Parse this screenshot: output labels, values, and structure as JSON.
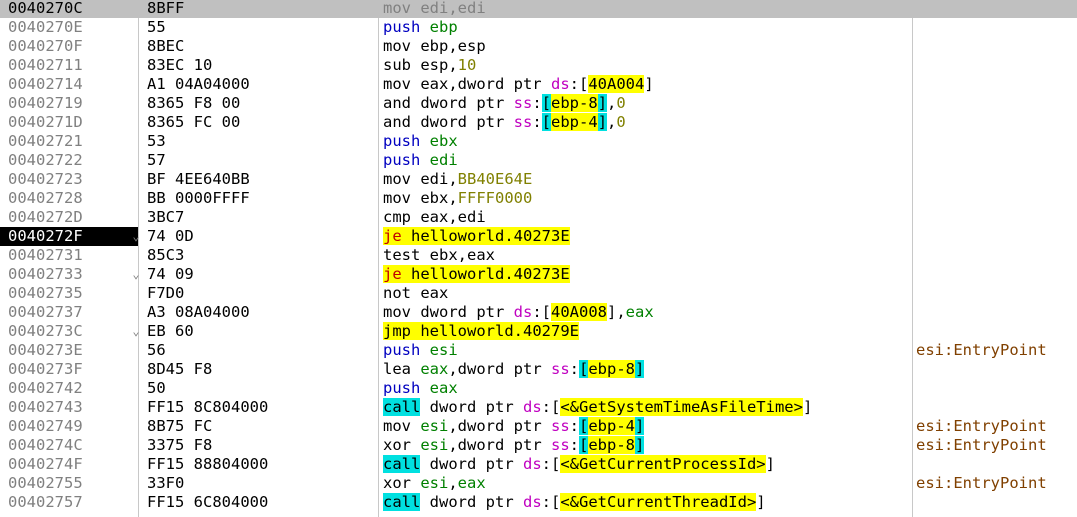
{
  "rows": [
    {
      "addr": "0040270C",
      "bytes": "8BFF",
      "comment": "",
      "instr": [
        {
          "t": "mov edi,edi"
        }
      ]
    },
    {
      "addr": "0040270E",
      "bytes": "55",
      "comment": "",
      "instr": [
        {
          "t": "push",
          "c": "mn-blue"
        },
        {
          "t": " "
        },
        {
          "t": "ebp",
          "c": "reg"
        }
      ]
    },
    {
      "addr": "0040270F",
      "bytes": "8BEC",
      "comment": "",
      "instr": [
        {
          "t": "mov ebp,esp"
        }
      ]
    },
    {
      "addr": "00402711",
      "bytes": "83EC 10",
      "comment": "",
      "instr": [
        {
          "t": "sub esp,"
        },
        {
          "t": "10",
          "c": "num"
        }
      ]
    },
    {
      "addr": "00402714",
      "bytes": "A1 04A04000",
      "comment": "",
      "instr": [
        {
          "t": "mov eax,dword ptr "
        },
        {
          "t": "ds",
          "c": "seg"
        },
        {
          "t": ":["
        },
        {
          "t": "40A004",
          "c": "yl"
        },
        {
          "t": "]"
        }
      ]
    },
    {
      "addr": "00402719",
      "bytes": "8365 F8 00",
      "comment": "",
      "instr": [
        {
          "t": "and dword ptr "
        },
        {
          "t": "ss",
          "c": "seg"
        },
        {
          "t": ":"
        },
        {
          "t": "[",
          "c": "br"
        },
        {
          "t": "ebp-8",
          "c": "yl"
        },
        {
          "t": "]",
          "c": "br"
        },
        {
          "t": ","
        },
        {
          "t": "0",
          "c": "num"
        }
      ]
    },
    {
      "addr": "0040271D",
      "bytes": "8365 FC 00",
      "comment": "",
      "instr": [
        {
          "t": "and dword ptr "
        },
        {
          "t": "ss",
          "c": "seg"
        },
        {
          "t": ":"
        },
        {
          "t": "[",
          "c": "br"
        },
        {
          "t": "ebp-4",
          "c": "yl"
        },
        {
          "t": "]",
          "c": "br"
        },
        {
          "t": ","
        },
        {
          "t": "0",
          "c": "num"
        }
      ]
    },
    {
      "addr": "00402721",
      "bytes": "53",
      "comment": "",
      "instr": [
        {
          "t": "push",
          "c": "mn-blue"
        },
        {
          "t": " "
        },
        {
          "t": "ebx",
          "c": "reg"
        }
      ]
    },
    {
      "addr": "00402722",
      "bytes": "57",
      "comment": "",
      "instr": [
        {
          "t": "push",
          "c": "mn-blue"
        },
        {
          "t": " "
        },
        {
          "t": "edi",
          "c": "reg"
        }
      ]
    },
    {
      "addr": "00402723",
      "bytes": "BF 4EE640BB",
      "comment": "",
      "instr": [
        {
          "t": "mov edi,"
        },
        {
          "t": "BB40E64E",
          "c": "num"
        }
      ]
    },
    {
      "addr": "00402728",
      "bytes": "BB 0000FFFF",
      "comment": "",
      "instr": [
        {
          "t": "mov ebx,"
        },
        {
          "t": "FFFF0000",
          "c": "num"
        }
      ]
    },
    {
      "addr": "0040272D",
      "bytes": "3BC7",
      "comment": "",
      "instr": [
        {
          "t": "cmp eax,edi"
        }
      ]
    },
    {
      "addr": "0040272F",
      "bytes": "74 0D",
      "comment": "",
      "instr": [
        {
          "t": "je",
          "c": "mn-jcc"
        },
        {
          "t": " ",
          "c": "yl"
        },
        {
          "t": "helloworld.40273E",
          "c": "yl"
        }
      ]
    },
    {
      "addr": "00402731",
      "bytes": "85C3",
      "comment": "",
      "instr": [
        {
          "t": "test ebx,eax"
        }
      ]
    },
    {
      "addr": "00402733",
      "bytes": "74 09",
      "comment": "",
      "instr": [
        {
          "t": "je",
          "c": "mn-jcc"
        },
        {
          "t": " ",
          "c": "yl"
        },
        {
          "t": "helloworld.40273E",
          "c": "yl"
        }
      ]
    },
    {
      "addr": "00402735",
      "bytes": "F7D0",
      "comment": "",
      "instr": [
        {
          "t": "not eax"
        }
      ]
    },
    {
      "addr": "00402737",
      "bytes": "A3 08A04000",
      "comment": "",
      "instr": [
        {
          "t": "mov dword ptr "
        },
        {
          "t": "ds",
          "c": "seg"
        },
        {
          "t": ":["
        },
        {
          "t": "40A008",
          "c": "yl"
        },
        {
          "t": "],"
        },
        {
          "t": "eax",
          "c": "reg"
        }
      ]
    },
    {
      "addr": "0040273C",
      "bytes": "EB 60",
      "comment": "",
      "instr": [
        {
          "t": "jmp",
          "c": "mn-jmp"
        },
        {
          "t": " ",
          "c": "yl"
        },
        {
          "t": "helloworld.40279E",
          "c": "yl"
        }
      ]
    },
    {
      "addr": "0040273E",
      "bytes": "56",
      "comment": "esi:EntryPoint",
      "instr": [
        {
          "t": "push",
          "c": "mn-blue"
        },
        {
          "t": " "
        },
        {
          "t": "esi",
          "c": "reg"
        }
      ]
    },
    {
      "addr": "0040273F",
      "bytes": "8D45 F8",
      "comment": "",
      "instr": [
        {
          "t": "lea "
        },
        {
          "t": "eax",
          "c": "reg"
        },
        {
          "t": ",dword ptr "
        },
        {
          "t": "ss",
          "c": "seg"
        },
        {
          "t": ":"
        },
        {
          "t": "[",
          "c": "br"
        },
        {
          "t": "ebp-8",
          "c": "yl"
        },
        {
          "t": "]",
          "c": "br"
        }
      ]
    },
    {
      "addr": "00402742",
      "bytes": "50",
      "comment": "",
      "instr": [
        {
          "t": "push",
          "c": "mn-blue"
        },
        {
          "t": " "
        },
        {
          "t": "eax",
          "c": "reg"
        }
      ]
    },
    {
      "addr": "00402743",
      "bytes": "FF15 8C804000",
      "comment": "",
      "instr": [
        {
          "t": "call",
          "c": "mn-call"
        },
        {
          "t": " dword ptr "
        },
        {
          "t": "ds",
          "c": "seg"
        },
        {
          "t": ":["
        },
        {
          "t": "<&GetSystemTimeAsFileTime>",
          "c": "yl"
        },
        {
          "t": "]"
        }
      ]
    },
    {
      "addr": "00402749",
      "bytes": "8B75 FC",
      "comment": "esi:EntryPoint",
      "instr": [
        {
          "t": "mov "
        },
        {
          "t": "esi",
          "c": "reg"
        },
        {
          "t": ",dword ptr "
        },
        {
          "t": "ss",
          "c": "seg"
        },
        {
          "t": ":"
        },
        {
          "t": "[",
          "c": "br"
        },
        {
          "t": "ebp-4",
          "c": "yl"
        },
        {
          "t": "]",
          "c": "br"
        }
      ]
    },
    {
      "addr": "0040274C",
      "bytes": "3375 F8",
      "comment": "esi:EntryPoint",
      "instr": [
        {
          "t": "xor "
        },
        {
          "t": "esi",
          "c": "reg"
        },
        {
          "t": ",dword ptr "
        },
        {
          "t": "ss",
          "c": "seg"
        },
        {
          "t": ":"
        },
        {
          "t": "[",
          "c": "br"
        },
        {
          "t": "ebp-8",
          "c": "yl"
        },
        {
          "t": "]",
          "c": "br"
        }
      ]
    },
    {
      "addr": "0040274F",
      "bytes": "FF15 88804000",
      "comment": "",
      "instr": [
        {
          "t": "call",
          "c": "mn-call"
        },
        {
          "t": " dword ptr "
        },
        {
          "t": "ds",
          "c": "seg"
        },
        {
          "t": ":["
        },
        {
          "t": "<&GetCurrentProcessId>",
          "c": "yl"
        },
        {
          "t": "]"
        }
      ]
    },
    {
      "addr": "00402755",
      "bytes": "33F0",
      "comment": "esi:EntryPoint",
      "instr": [
        {
          "t": "xor "
        },
        {
          "t": "esi",
          "c": "reg"
        },
        {
          "t": ","
        },
        {
          "t": "eax",
          "c": "reg"
        }
      ]
    },
    {
      "addr": "00402757",
      "bytes": "FF15 6C804000",
      "comment": "",
      "instr": [
        {
          "t": "call",
          "c": "mn-call"
        },
        {
          "t": " dword ptr "
        },
        {
          "t": "ds",
          "c": "seg"
        },
        {
          "t": ":["
        },
        {
          "t": "<&GetCurrentThreadId>",
          "c": "yl"
        },
        {
          "t": "]"
        }
      ]
    }
  ],
  "selected_row": "0040270C",
  "eip_row": "0040272F",
  "jump_rows": [
    "0040272F",
    "00402733",
    "0040273C"
  ],
  "jump_glyph": "⌄",
  "colors": {
    "selected_bg": "#c0c0c0",
    "eip_bg": "#000000",
    "call_bg": "#00e0e0",
    "jump_bg": "#ffff00",
    "jcc_text": "#c00000",
    "push_text": "#0000c0",
    "register_text": "#008000",
    "number_text": "#808000",
    "segment_text": "#c000c0",
    "comment_text": "#804000"
  }
}
